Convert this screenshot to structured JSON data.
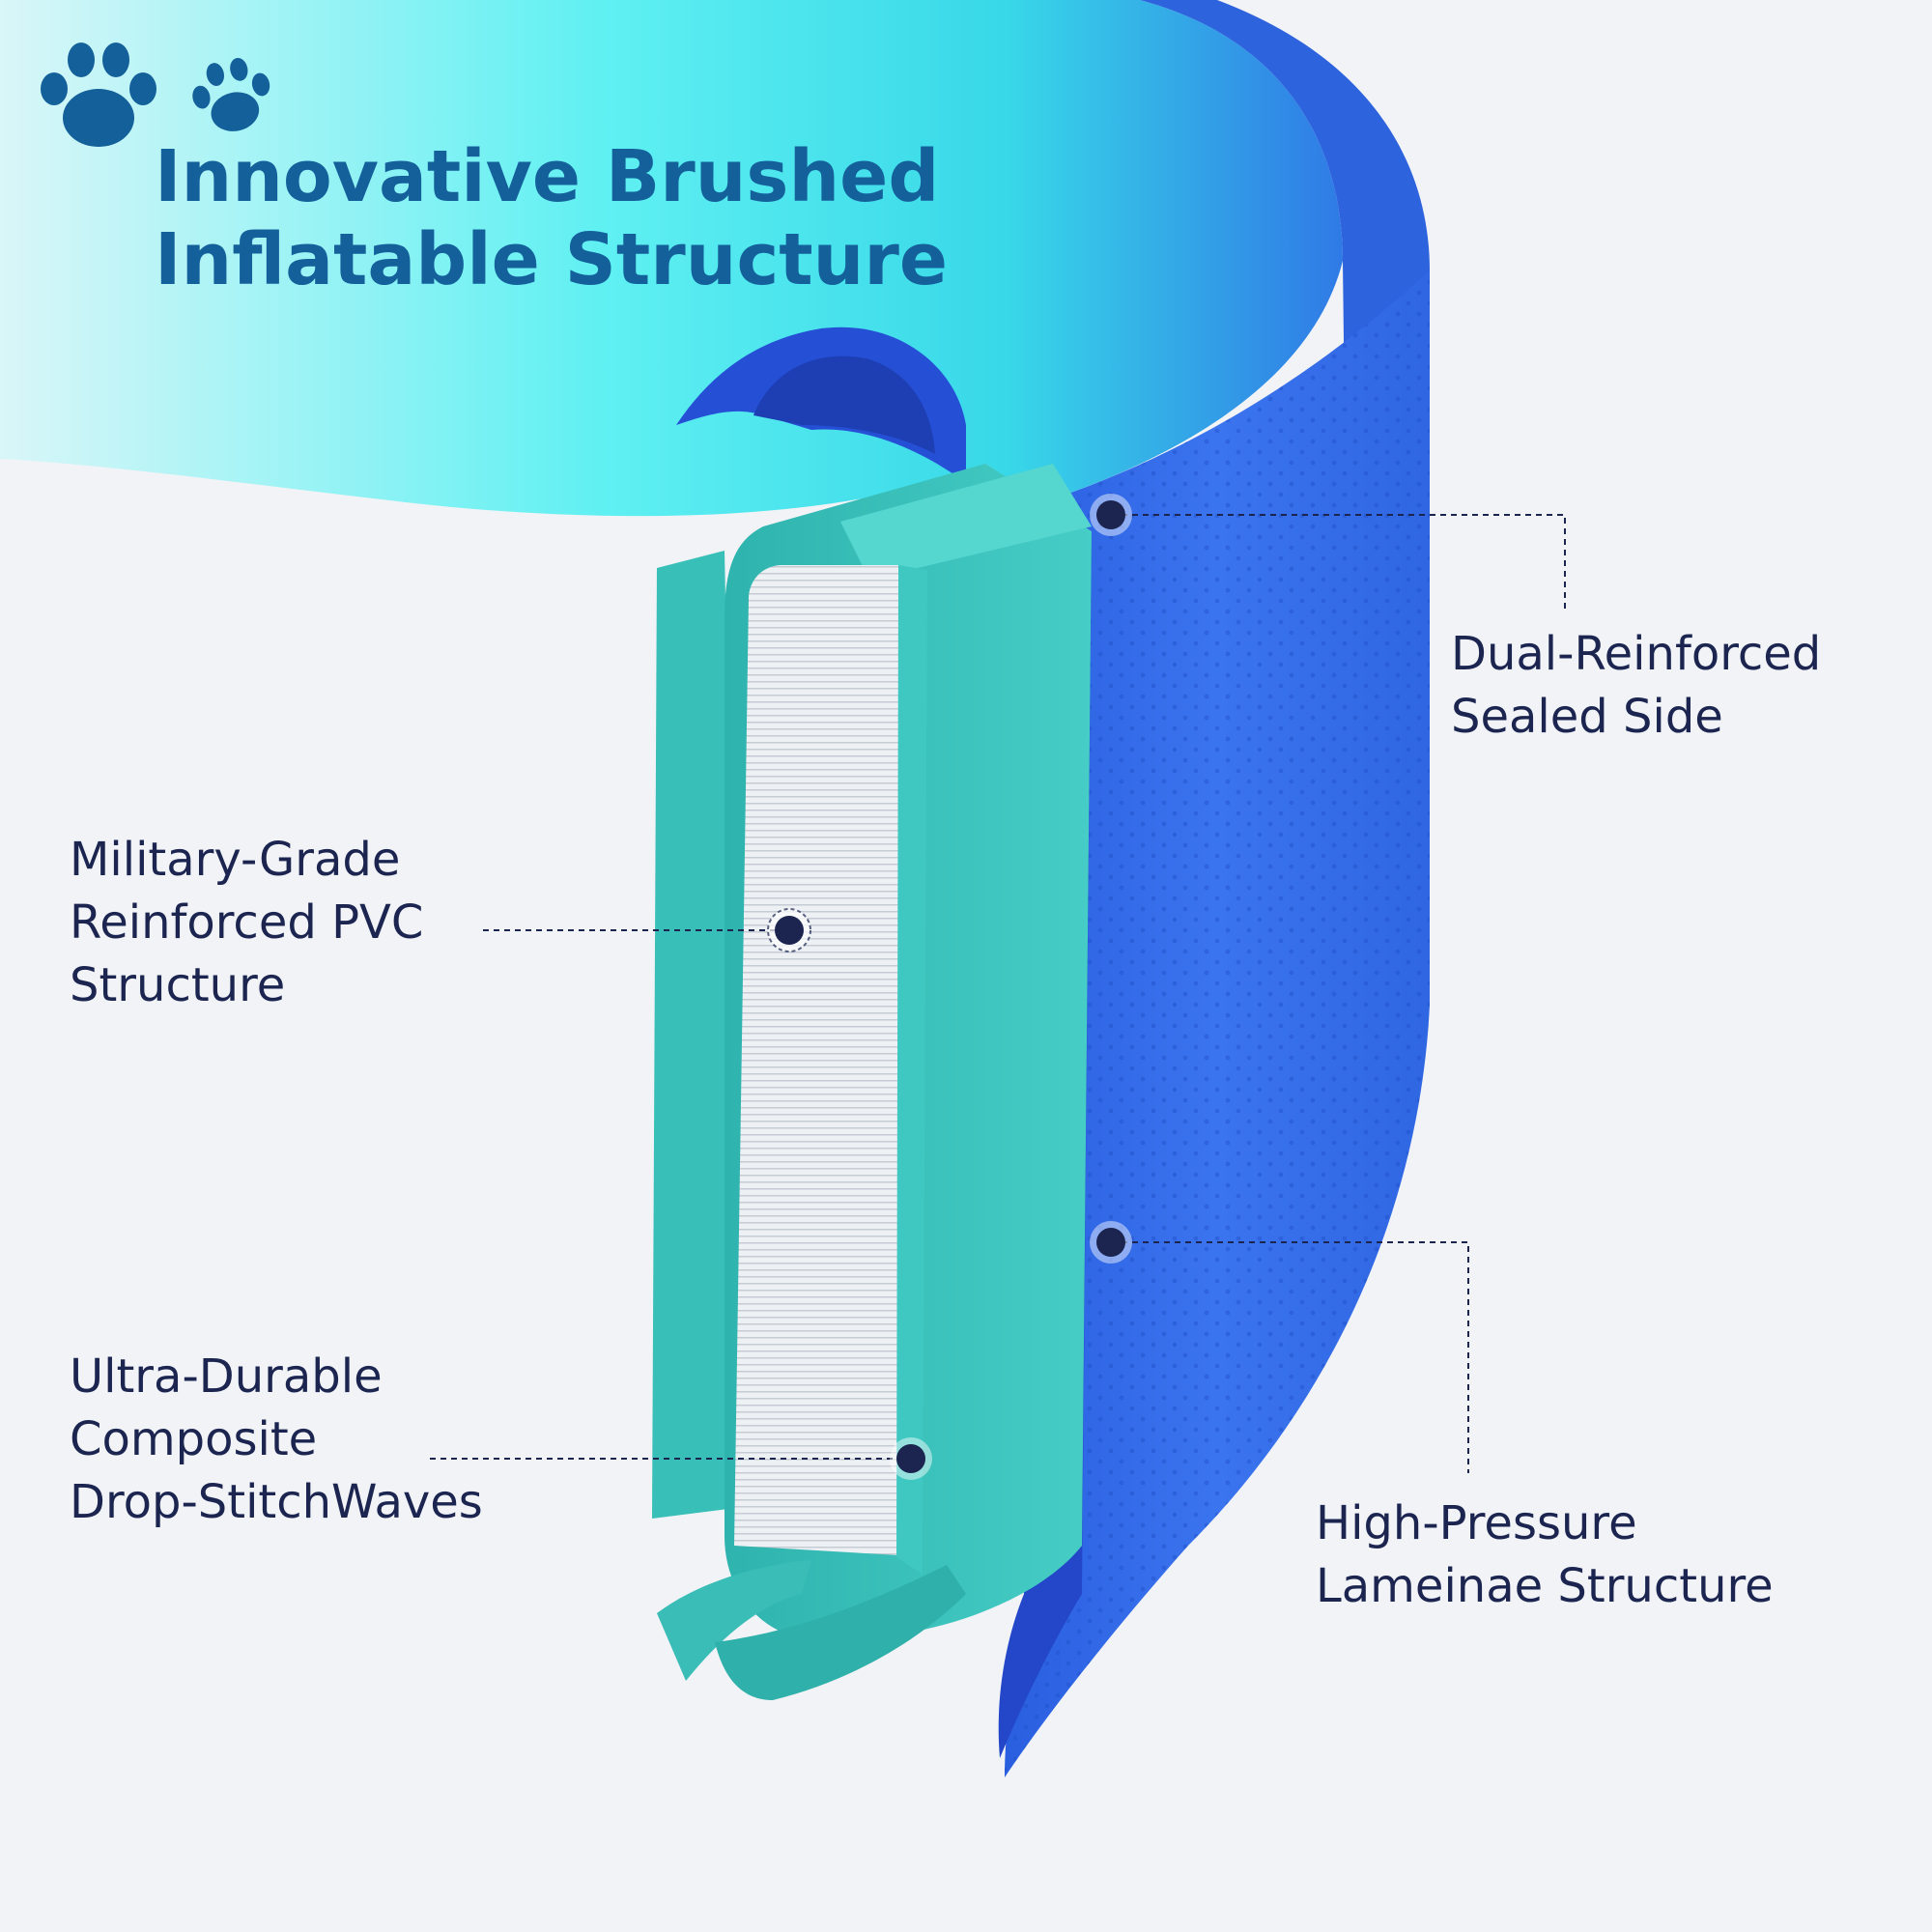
{
  "title": {
    "line1": "Innovative Brushed",
    "line2": "Inflatable Structure"
  },
  "callouts": {
    "dual_reinforced": {
      "line1": "Dual-Reinforced",
      "line2": "Sealed Side"
    },
    "military_grade": {
      "line1": "Military-Grade",
      "line2": "Reinforced PVC",
      "line3": "Structure"
    },
    "drop_stitch": {
      "line1": "Ultra-Durable",
      "line2": "Composite",
      "line3": "Drop-StitchWaves"
    },
    "high_pressure": {
      "line1": "High-Pressure",
      "line2": "Lameinae Structure"
    }
  },
  "icons": [
    "paw-print-icon",
    "paw-print-icon"
  ],
  "colors": {
    "title": "#14609a",
    "label_text": "#1b2550",
    "callout_dot": "#1b2550",
    "outer_wall_blue": "#2f6ae8",
    "inner_wall_teal": "#3cc6c0",
    "core_white": "#e8ecf0",
    "background": "#f1f3f7"
  }
}
